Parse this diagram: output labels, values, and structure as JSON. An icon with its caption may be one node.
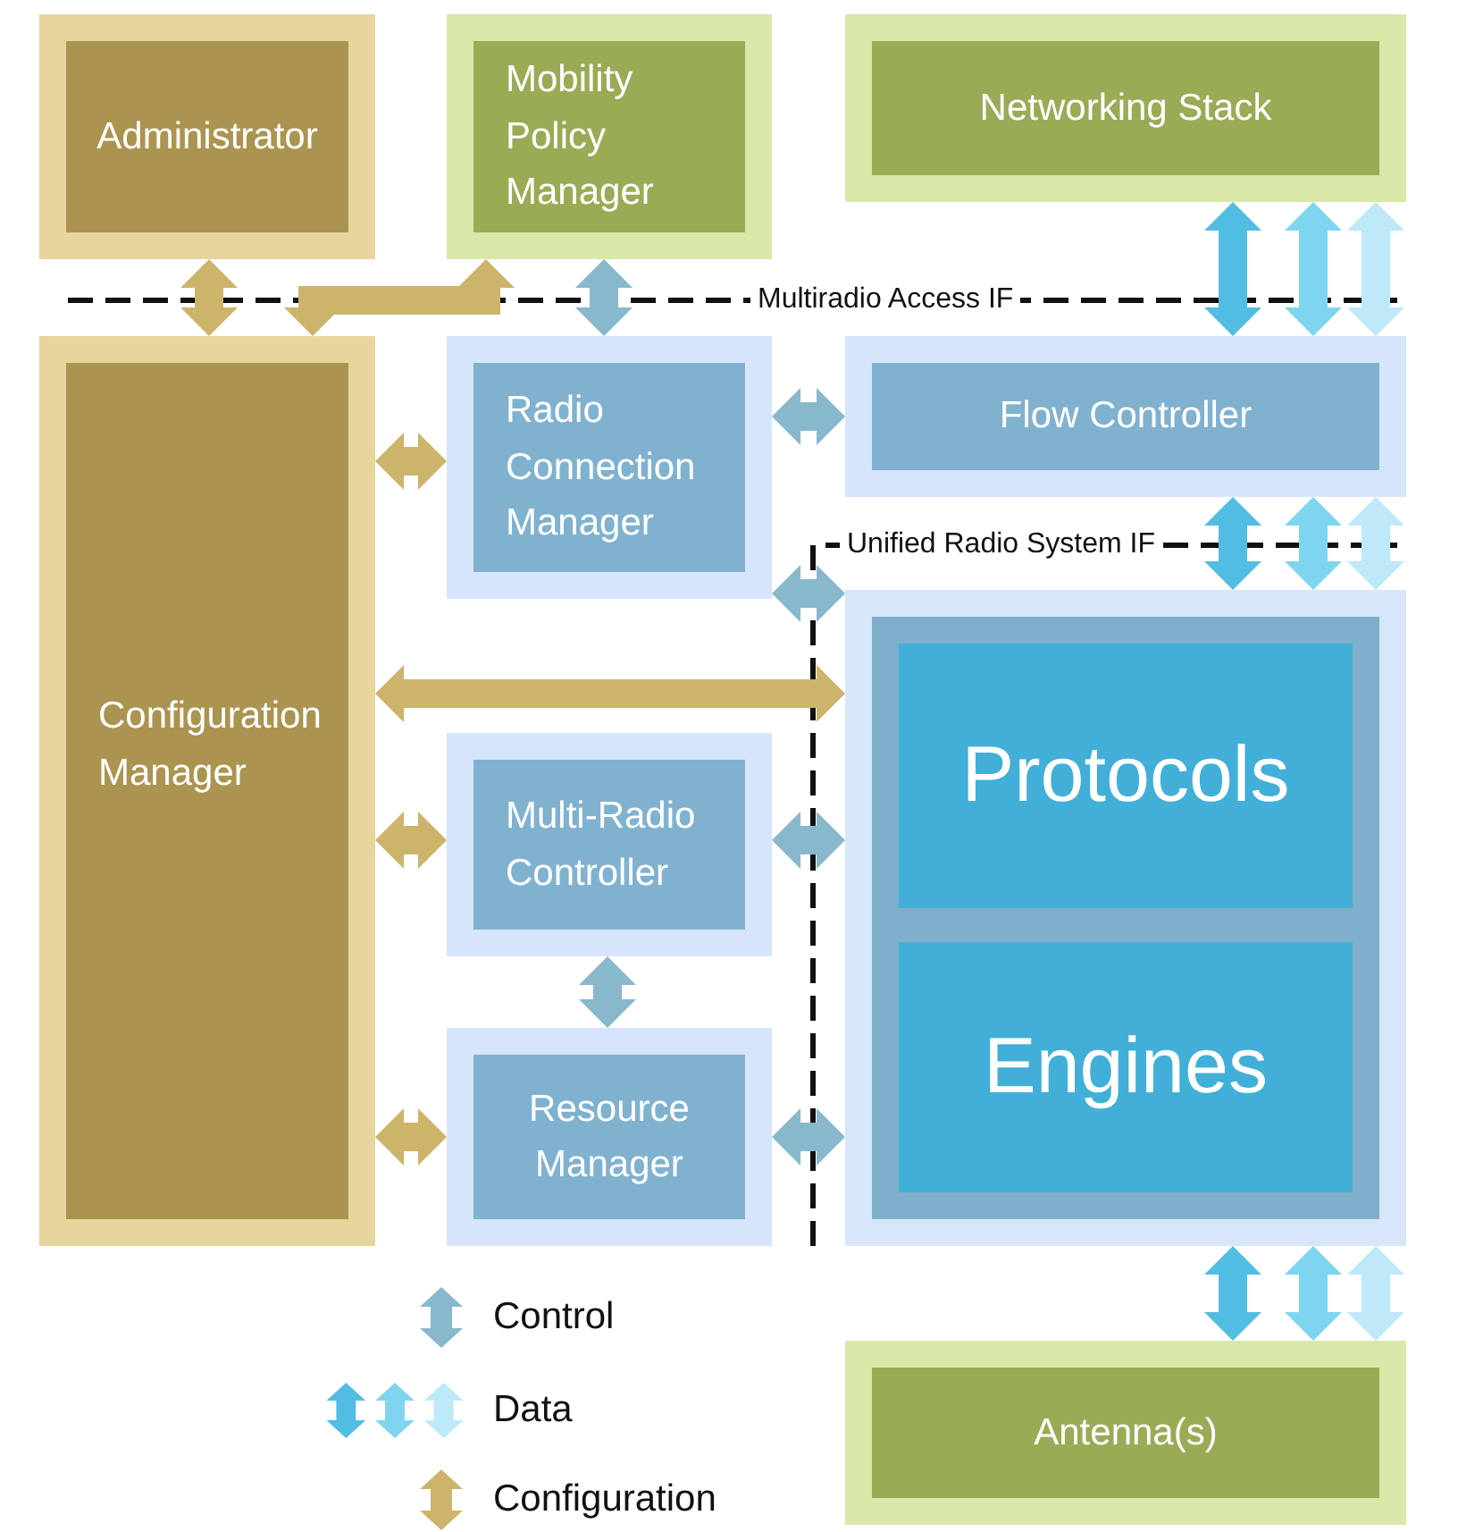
{
  "diagram": {
    "nodes": [
      {
        "text": [
          "Administrator"
        ]
      },
      {
        "text": [
          "Mobility Policy Manager"
        ]
      },
      {
        "text": [
          "Networking Stack"
        ]
      },
      {
        "text": [
          "Configuration Manager"
        ]
      },
      {
        "text": [
          "Radio Connection Manager"
        ]
      },
      {
        "text": [
          "Flow Controller"
        ]
      },
      {
        "text": [
          "Multi-Radio Controller"
        ]
      },
      {
        "text": [
          "Resource Manager"
        ]
      },
      {
        "text": [],
        "shape": "box"
      },
      {
        "text": [
          "Protocols"
        ],
        "in": 8
      },
      {
        "text": [
          "Engines"
        ],
        "in": 8
      },
      {
        "text": [
          "Antenna(s)"
        ]
      }
    ],
    "edges": [
      {
        "from": 0,
        "to": 3,
        "arrow": "both",
        "color": "#cdb46b"
      },
      {
        "from": 3,
        "to": 1,
        "arrow": "both",
        "color": "#cdb46b"
      },
      {
        "from": 1,
        "to": 4,
        "arrow": "both",
        "color": "#88b8cc"
      },
      {
        "from": 3,
        "to": 4,
        "arrow": "both",
        "color": "#cdb46b"
      },
      {
        "from": 4,
        "to": 5,
        "arrow": "both",
        "color": "#88b8cc"
      },
      {
        "from": 2,
        "to": 5,
        "arrow": "both",
        "color": "#52bde2"
      },
      {
        "from": 2,
        "to": 5,
        "arrow": "both",
        "color": "#7fd5f0"
      },
      {
        "from": 2,
        "to": 5,
        "arrow": "both",
        "color": "#bde9f8"
      },
      {
        "from": 5,
        "to": 8,
        "arrow": "both",
        "color": "#52bde2"
      },
      {
        "from": 5,
        "to": 8,
        "arrow": "both",
        "color": "#7fd5f0"
      },
      {
        "from": 5,
        "to": 8,
        "arrow": "both",
        "color": "#bde9f8"
      },
      {
        "from": 4,
        "to": 8,
        "arrow": "both",
        "color": "#88b8cc"
      },
      {
        "from": 3,
        "to": 8,
        "arrow": "both",
        "color": "#cdb46b"
      },
      {
        "from": 3,
        "to": 6,
        "arrow": "both",
        "color": "#cdb46b"
      },
      {
        "from": 6,
        "to": 8,
        "arrow": "both",
        "color": "#88b8cc"
      },
      {
        "from": 6,
        "to": 7,
        "arrow": "both",
        "color": "#88b8cc"
      },
      {
        "from": 3,
        "to": 7,
        "arrow": "both",
        "color": "#cdb46b"
      },
      {
        "from": 7,
        "to": 8,
        "arrow": "both",
        "color": "#88b8cc"
      },
      {
        "from": 8,
        "to": 11,
        "arrow": "both",
        "color": "#52bde2"
      },
      {
        "from": 8,
        "to": 11,
        "arrow": "both",
        "color": "#7fd5f0"
      },
      {
        "from": 8,
        "to": 11,
        "arrow": "both",
        "color": "#bde9f8"
      }
    ],
    "labels": [
      "Multiradio Access IF",
      "Unified Radio System IF"
    ],
    "legend": [
      {
        "text": "Control"
      },
      {
        "text": "Data"
      },
      {
        "text": "Configuration"
      }
    ]
  }
}
